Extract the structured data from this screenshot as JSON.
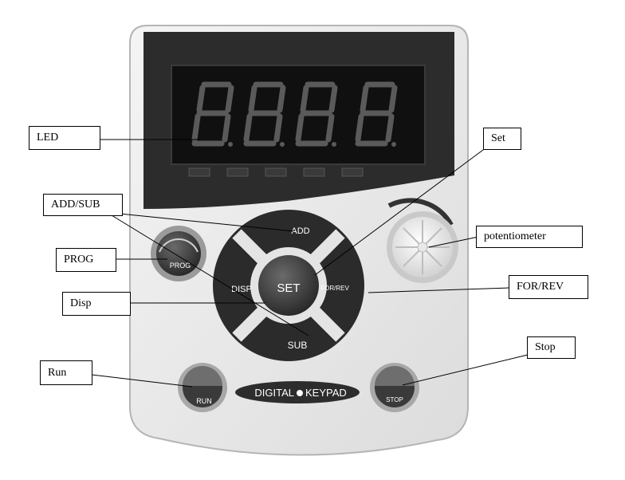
{
  "display": {
    "digits": [
      "8",
      "8",
      "8",
      "8"
    ]
  },
  "keypad": {
    "add": "ADD",
    "sub": "SUB",
    "set": "SET",
    "disp": "DISP",
    "forrev": "FOR/REV",
    "prog": "PROG",
    "run": "RUN",
    "stop": "STOP",
    "brand_left": "DIGITAL",
    "brand_right": "KEYPAD"
  },
  "callouts": {
    "led": "LED",
    "set": "Set",
    "addsub": "ADD/SUB",
    "potentiometer": "potentiometer",
    "prog": "PROG",
    "forrev": "FOR/REV",
    "disp": "Disp",
    "stop": "Stop",
    "run": "Run"
  }
}
